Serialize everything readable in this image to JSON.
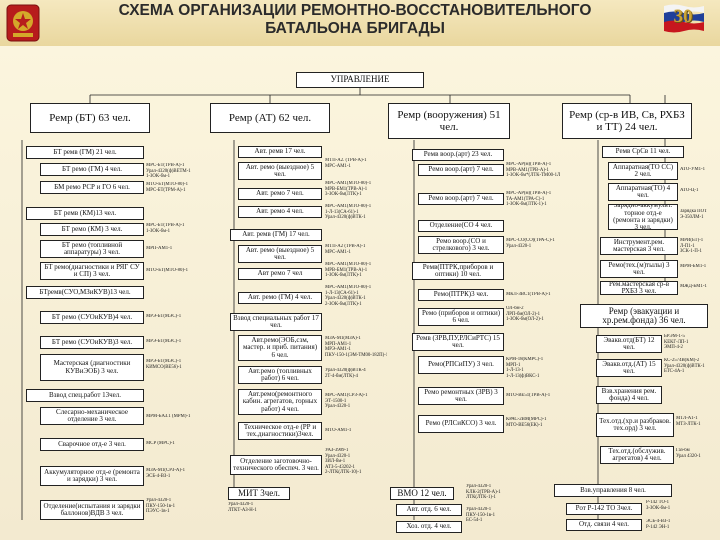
{
  "header": {
    "line1": "СХЕМА ОРГАНИЗАЦИИ РЕМОНТНО-ВОССТАНОВИТЕЛЬНОГО",
    "line2": "БАТАЛЬОНА БРИГАДЫ",
    "page_number": "30"
  },
  "top": {
    "label": "УПРАВЛЕНИЕ"
  },
  "level1": {
    "bt": "Ремр (БТ) 63 чел.",
    "at": "Ремр (АТ) 62 чел.",
    "vooruzh": "Ремр (вооружения) 51 чел.",
    "srv": "Ремр (ср-в ИВ, Св, РХБЗ и ТТ) 24 чел."
  },
  "col1": {
    "vzv_gm": "БТ ремв (ГМ) 21 чел.",
    "rem_gm": "БТ ремо (ГМ) 4 чел.",
    "bm_rsr": "БМ ремо РСР и ГО 6 чел.",
    "vzv_km": "БТ ремв (КМ)13 чел.",
    "rem_km": "БТ ремо (КМ) 3 чел.",
    "rem_topl": "БТ ремо (топливной аппаратуры) 3 чел.",
    "rem_diag": "БТ ремо(диагностики и РЯГ СУ и СП) 3 чел.",
    "vzv_suo": "БТремв(СУО,МЗиКУВ)13 чел.",
    "rem_suo1": "БТ ремо (СУОиКУВ)4 чел.",
    "rem_suo2": "БТ ремо (СУОиКУВ)3 чел.",
    "master": "Мастерская (диагностики КУВиЭОБ) 3 чел.",
    "vzv_spec": "Взвод спец.работ 13чел.",
    "slesar": "Слесарно-механическое отделение 3 чел.",
    "svar": "Сварочное отд-е 3 чел.",
    "akk": "Аккумуляторное отд-е (ремонта и зарядки) 3 чел.",
    "otd_isp": "Отделение(испытания и зарядки баллонов)ВДВ 3 чел."
  },
  "col1_notes": {
    "n1": "МРС-БТ(ТРВ-А)-1\nУрал-4320(ф)ВЕТМ-1\n1-ЗОК-бм-1",
    "n2": "МТО-БТ(МТО-80)-1\nМРС-БТ(ТРМ-А)-1",
    "n3": "МРС-БТ(ТРВ-А)-1\n1-ЗОК-бм-1",
    "n4": "МРП-АМ1-1",
    "n5": "МТО-БТ(МТО-80)-1",
    "n6": "МРЭ-БТ(МЭС)-1",
    "n7": "МРЭ-БТ(МЭС)-1",
    "n8": "МРЭ-БТ(МЭС)-1\nКИМСО(ВЕ56)-1",
    "n9": "МРМ-БАЗ.1 (МРМ)-1",
    "n10": "МСР (МРС)-1",
    "n11": "МЗА-М1(СРЗ-А)-1\nЭСБ-4-ВЗ-1",
    "n12": "Урал-4320-1\nПКУ-150-1в-1\nПЭУС-1в-1"
  },
  "col2": {
    "vzv17": "Авт. ремв 17 чел.",
    "vyezd": "Авт. ремо (выездное) 5 чел.",
    "rem7a": "Авт. ремо 7 чел.",
    "rem4": "Авт. ремо 4 чел.",
    "vzv17b": "Авт. ремв (ГМ) 17 чел.",
    "vyezd2": "Авт. ремо (выездное) 5 чел.",
    "rem7b": "Авт ремо 7 чел",
    "rem_gm4": "Авт. ремо (ГМ) 4 чел.",
    "spec": "Взвод специальных работ 17 чел.",
    "eob": "Авт.ремо(ЭОБ,сзм, мастер. и приб. питания) 6 чел.",
    "topl": "Авт.ремо (топливных работ) 6 чел.",
    "ppo": "Авт.ремо(ремонтного кабин. агрегатов, горных работ) 4 чел.",
    "tech": "Техническое отд-е (РР и тех.диагностики)3чел.",
    "zarya": "Отделение заготовочно-технического обеспеч. 3 чел.",
    "mit": "МИТ 3чел."
  },
  "col2_notes": {
    "m1": "МТП-А2. (ТРВ-А)-1\nМРС-АМ1-1",
    "m2": "МРС-АМ1(МТО-80)-1\nМРВ-БМ1(ТРВ-А)-1\n3-ЗОК-бм(ЛТК)-1",
    "m3": "МРС-АМ1(МТО-80)-1\n1-Л-13(СА-61)-1\nУрал-4320(ф)ВТК-1",
    "m4": "МТП-А2 (ТРВ-А)-1\nМРС-АМ1-1",
    "m5": "МРС-АМ1(МТО-80)-1\nМРВ-БМ1(ТРВ-А)-1\n1-ЗОК-бм(ЛТК)-1",
    "m6": "МРС-АМ1(МТО-80)-1\n1-Л-13(СА-61)-1\nУрал-4320(ф)ВТК-1\n2-ЗОК-бм(ЛТК)-1",
    "m7": "МЗА-М1(МЗА)-1\nМРП-АМ1-1\nМРЭ-АМ1-1\nПКУ-150-1(ЭМ-ТМ00-182П)-1",
    "m8": "Урал-4320(ф)ВТК-4\n2Т-4-бм(ЛТК)-4",
    "m9": "МРС-АМ1(СРЗ-А)-1\nЭТ-1500-1\nУрал-4320-1",
    "m10": "МТО-АМ1-1",
    "m11": "УАЗ-3909-1\nУрал-4320-1\nЗИЛ-бм-1\nАТЗ-5-43202-1\n2-ЛТК(ЛТК-10)-1",
    "m12": "Урал-4320-1\nЛТКТ-АЗ-Н-1"
  },
  "col3": {
    "vzv_art": "Ремв воор.(арт) 23 чел.",
    "rem_art1": "Ремо воор.(арт) 7 чел.",
    "rem_art2": "Ремо воор.(арт) 7 чел.",
    "rem_otd4": "Отделение(СО 4 чел.",
    "rem_so": "Ремо воор.(СО и стрелкового) 3 чел.",
    "ptk": "Ремв(ПТРК,приборов и оптики) 10 чел.",
    "ptk6": "Ремо(ПТРК)3 чел.",
    "pribor": "Ремо (приборов и оптики) 6 чел.",
    "zrv": "Ремв (ЗРВ,ПУ,РЛСиРТС) 15 чел.",
    "rpc": "Ремо(РПСиПУ) 3 чел.",
    "zrv2": "Ремо ремонтных (ЗРВ) 3 чел.",
    "rls": "Ремо (РЛСиКСО) 3 чел.",
    "vmo": "ВМО 12 чел.",
    "avt6": "Авт. отд. 6 чел.",
    "hoz": "Хоз. отд. 4 чел."
  },
  "col3_notes": {
    "p1": "МРС-АР(м)(ТРВ-А)-1\nМРВ-АМ1(ТРВ-А)-1\n1-ЗОК-бм*(ЛТК-ТМ00-1ЛП182)-1",
    "p2": "МРС-АР(м)(ТРВ-А)-1\nТА-АМ1(ТРА-С)-1\n1-ЗОК-бм(ЛТК-1)-1",
    "p3": "МРС-СО(СО)(ТРА-С)-1\nУрал-4320-1",
    "p4": "МКЛ-ЗВС1(ТРВ-А)-1",
    "p5": "ОЛ-бм-2\nЛРП-бм(ОЛ-2)-1\n1-ЗОК-бм(ОЛ-2)-1",
    "p6": "КРМ-18(КМРС)-1\nМРП-1\n1-Л-13-1\n1-Л-13(ф)ВКС-1",
    "p7": "МТО-ВЕ51(ТРВ-А)-1",
    "p8": "КРАС-2ВМ(МРС)-1\nМТО-ВЕ56(ЕК)-1",
    "p9": "Урал-4320-1\nКЛК-2(ТРВ-А)-1\nЛТК(ЛТК-1)-1",
    "p10": "Урал-4320-1\nПКУ-150-1в-1\nБС-54-1"
  },
  "col4": {
    "vzv_cs": "Ремв СрСв 11 чел.",
    "app": "Аппаратная(ТО СС) 2 чел.",
    "app2": "Аппаратная(ТО) 4 чел.",
    "zar": "Зарядно-аккумулят. торное отд-е (ремонта и зарядки) 3 чел.",
    "ins": "Инструмент.рем. мастерская 3 чел.",
    "tt": "Ремо(тех.(м)тылы) 3 чел.",
    "rhbz": "Рем.мастерская ср-в РХБЗ 3 чел.",
    "evak": "Ремр (эвакуации и хр.рем.фонда) 36 чел.",
    "evak_bt": "Эвакв.отд(БТ) 12 чел.",
    "evak_at": "Эвакв.отд.(АТ) 15 чел.",
    "hran": "Взв.хранения рем. фонда) 4 чел.",
    "gr": "Тех.отд.(хр.и разбраков. тех.орд) 3 чел.",
    "tech_obs": "Тех.отд.(обслужив. агрегатов) 4 чел.",
    "vzv_upr": "Взв.управления 8 чел.",
    "rg": "Рот Р-142 ТО 3чел.",
    "otd_sv": "Отд. связи 4 чел."
  },
  "col4_notes": {
    "q1": "АТО-УМ1-1",
    "q2": "АТО-Ц-1",
    "q3": "Зарядка ПОТ\nЭ-350ЛМ-1",
    "q4": "МРИ(БТ)-1\nЛ-П1-1\nЗСК-1-П-1",
    "q5": "МРМ-БМ1-1",
    "q6": "МЖД-БМ1-1",
    "q7": "БРЭМ-1-5\nКЕКГ-ЛП-1\nЭМП-4-2",
    "q8": "КС-2574В(КМ)-2\nУрал-4320(ф)ВТК-1\nБТС-4А-1",
    "q9": "МТЛ-А1-1\nМТЗ-ЛТК-1",
    "q10": "Газ-бм\nУрал 4320-1",
    "q11": "Р-142 ТО-1\nЗ-ЗОК-бм-1",
    "q12": "ЭСБ-4-ВЗ-1\nР-142 ЭН-1"
  }
}
